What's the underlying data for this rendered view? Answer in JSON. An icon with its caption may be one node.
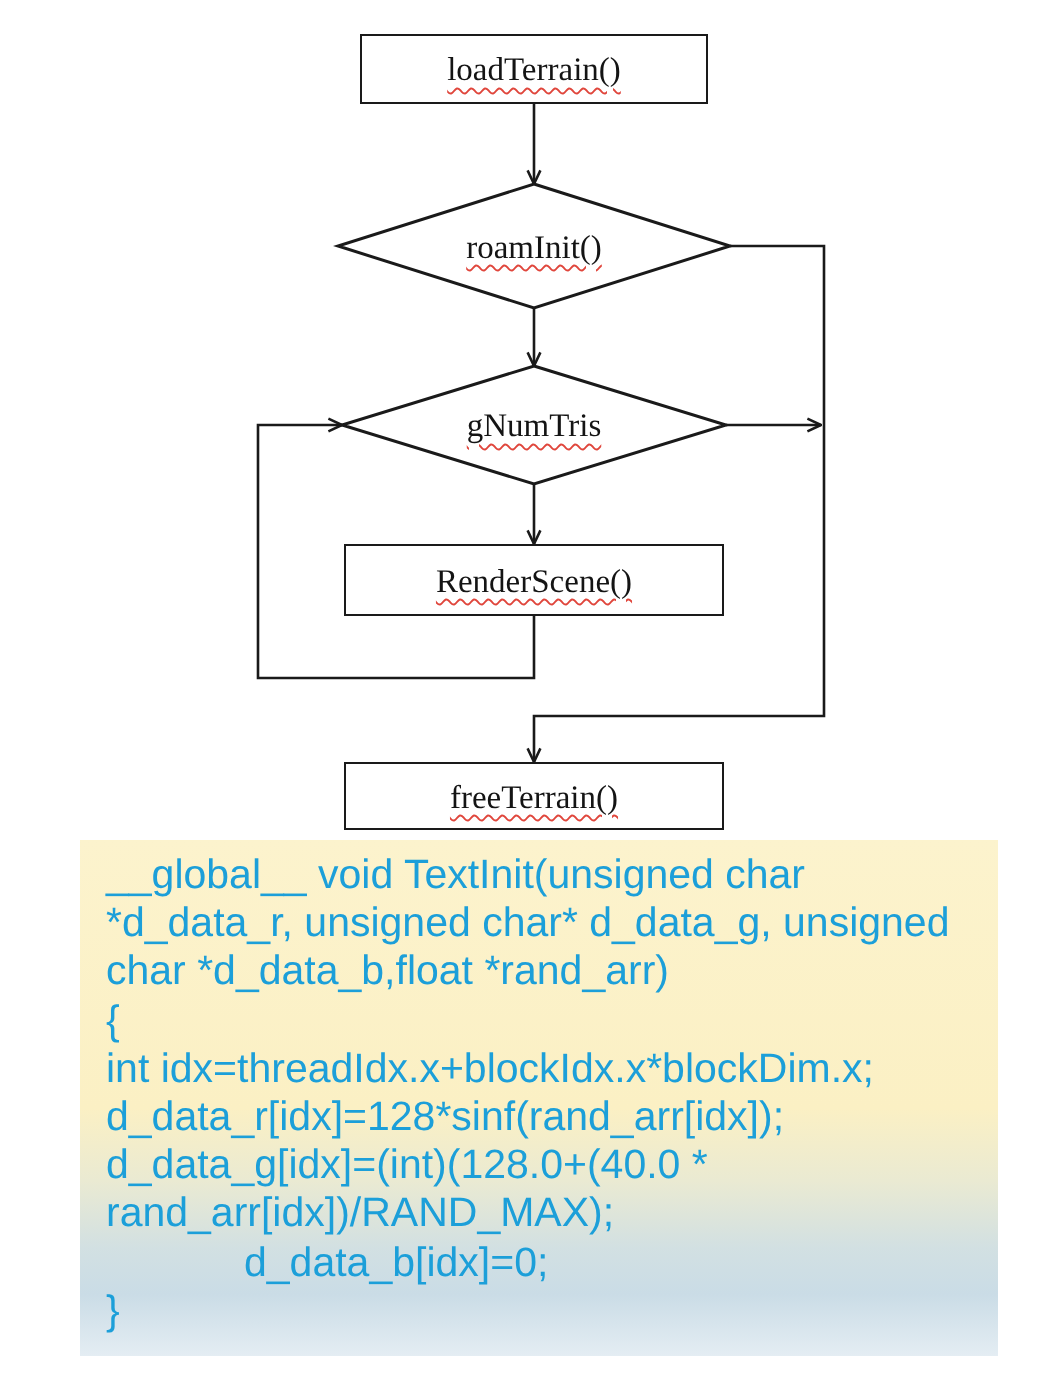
{
  "diagram": {
    "nodes": [
      {
        "text": [
          "loadTerrain()"
        ]
      },
      {
        "text": [
          "roamInit()"
        ]
      },
      {
        "text": [
          "gNumTris"
        ]
      },
      {
        "text": [
          "RenderScene()"
        ]
      },
      {
        "text": [
          "freeTerrain()"
        ]
      },
      {
        "text": [
          "__global__ void TextInit(unsigned char *d_data_r, unsigned char* d_data_g, unsigned char *d_data_b,float *rand_arr)",
          "{",
          "int idx=threadIdx.x+blockIdx.x*blockDim.x;",
          "d_data_r[idx]=128*sinf(rand_arr[idx]);",
          "d_data_g[idx]=(int)(128.0+(40.0 * rand_arr[idx])/RAND_MAX);",
          "d_data_b[idx]=0;",
          "}"
        ]
      }
    ],
    "edges": [
      {
        "from": 0,
        "to": 1,
        "arrow": "to"
      },
      {
        "from": 1,
        "to": 2,
        "arrow": "to"
      },
      {
        "from": 2,
        "to": 3,
        "arrow": "to"
      },
      {
        "from": 3,
        "to": 2,
        "arrow": "to"
      },
      {
        "from": 1,
        "to": 4,
        "arrow": "to"
      },
      {
        "from": 2,
        "to": 4,
        "arrow": "to"
      }
    ]
  }
}
